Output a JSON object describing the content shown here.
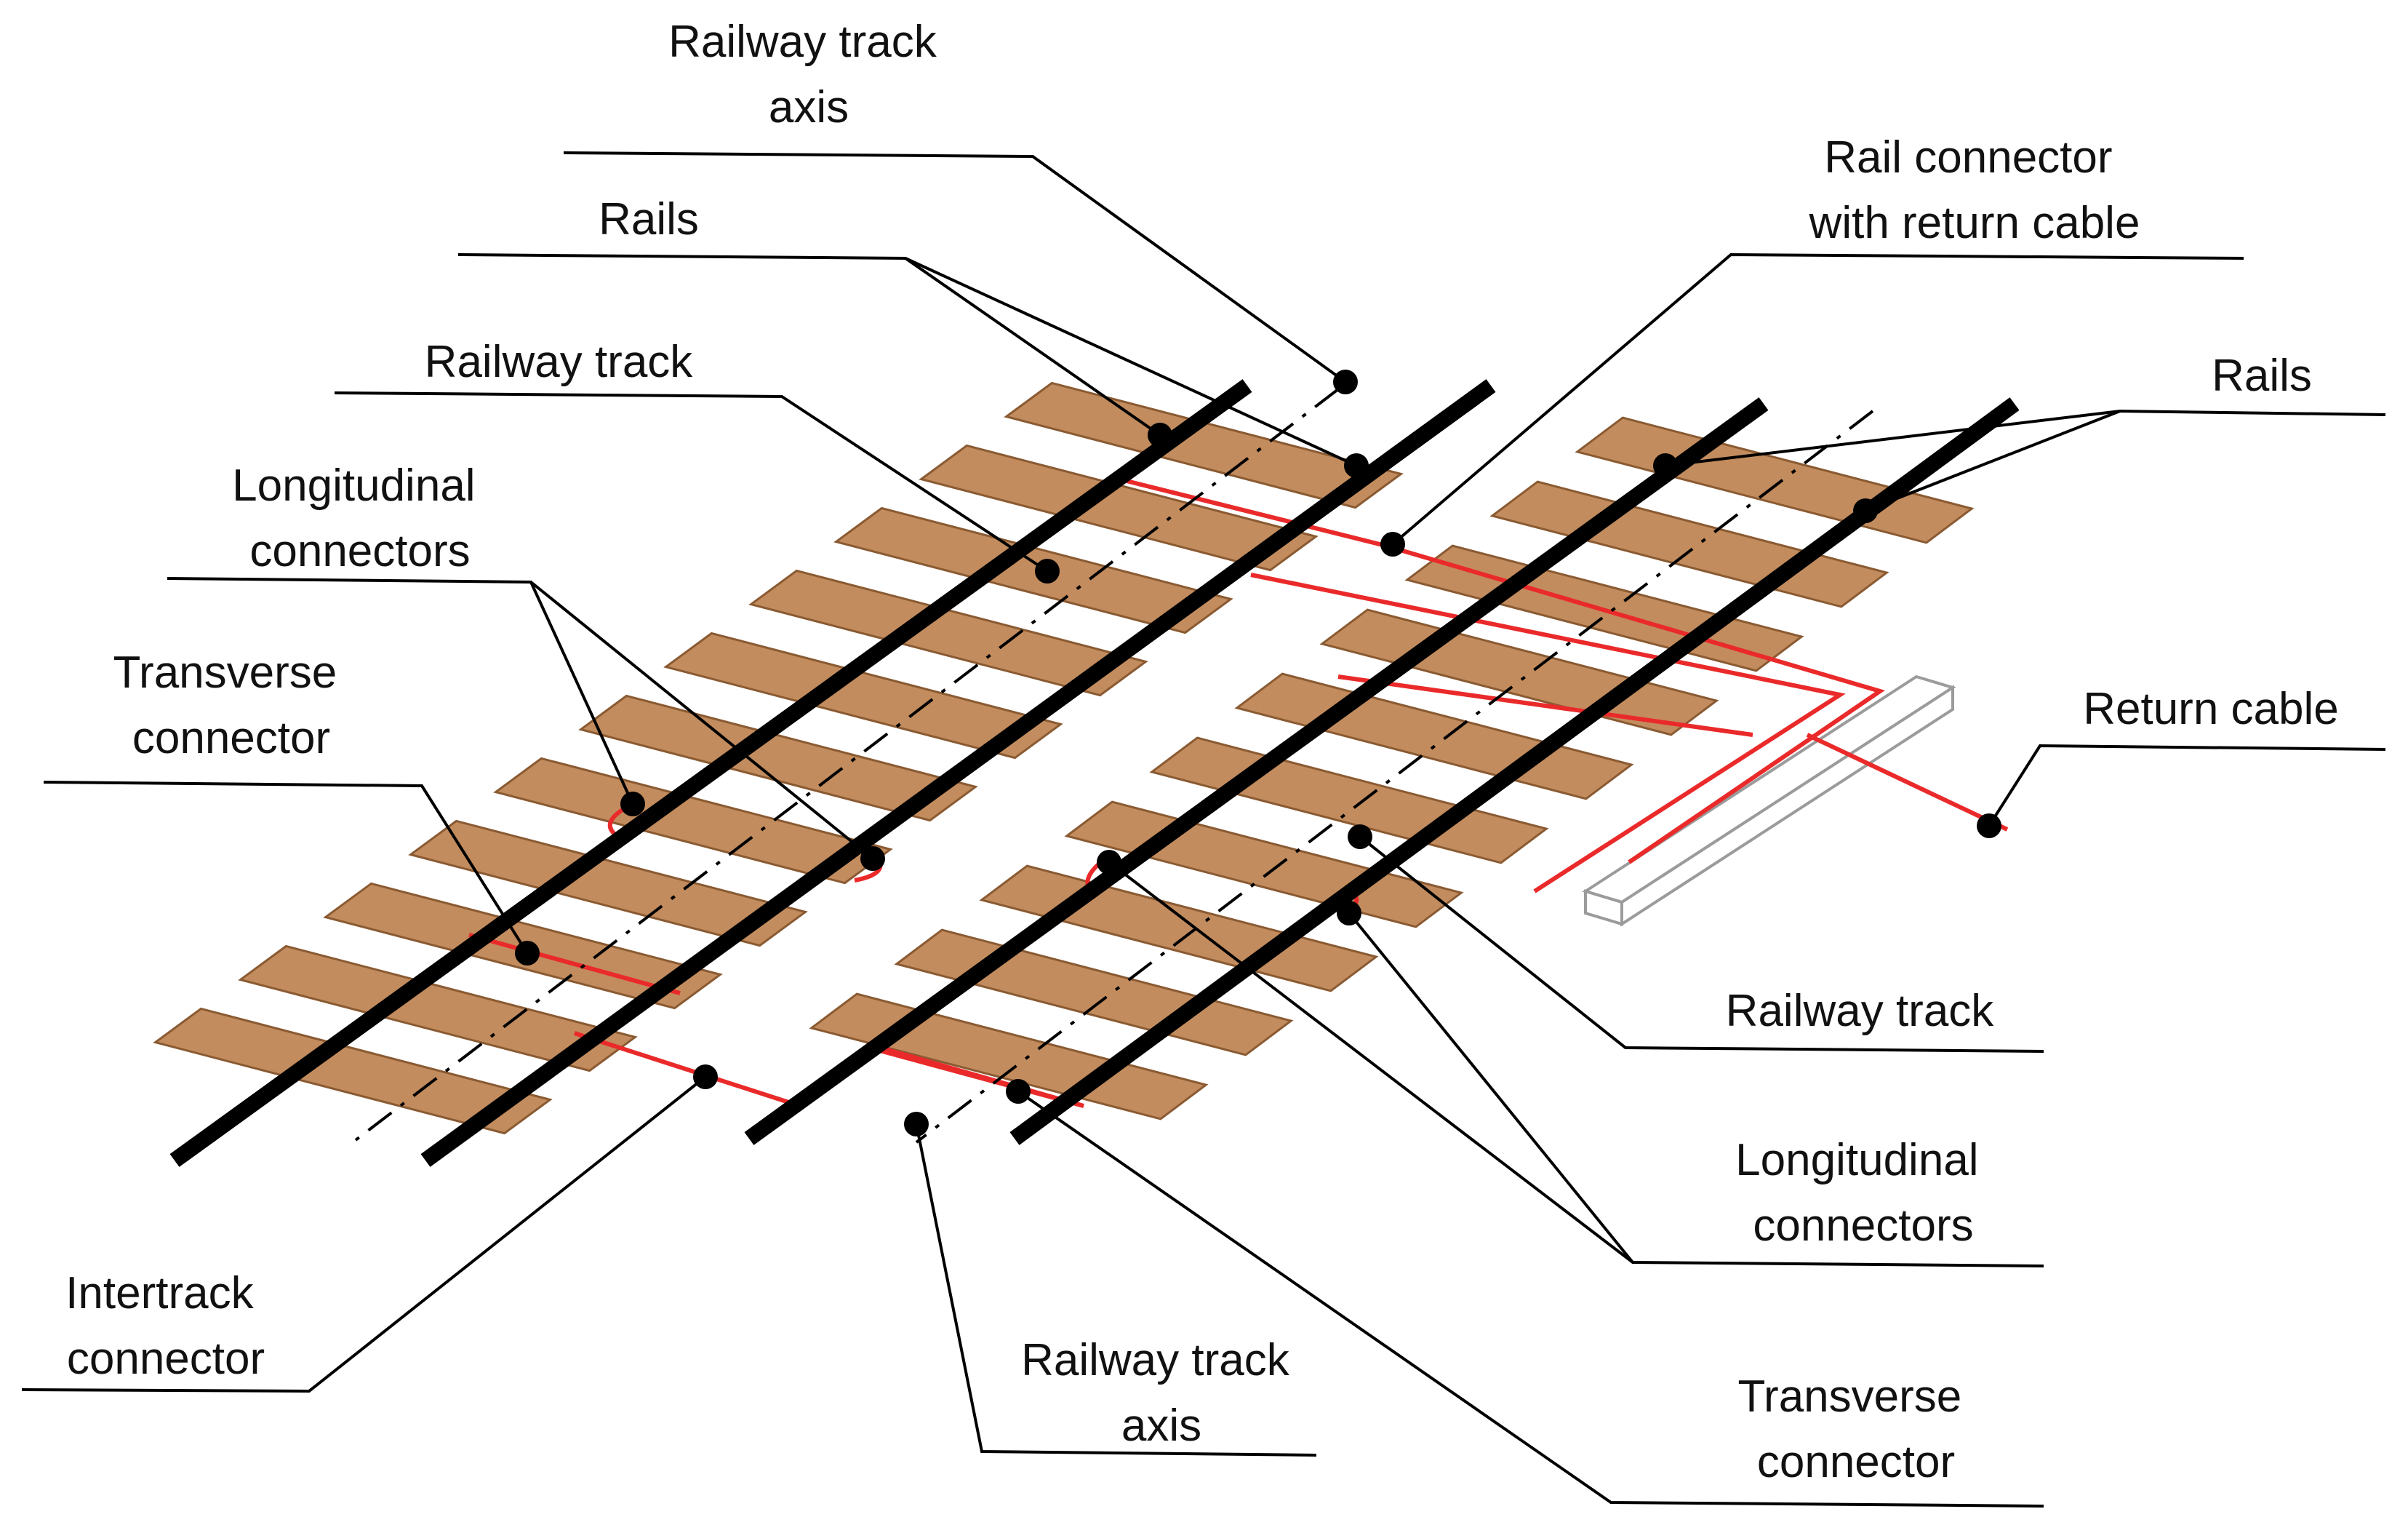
{
  "labels": {
    "axis_top": [
      "Railway track",
      "axis"
    ],
    "rails_top": [
      "Rails"
    ],
    "railway_track_top": [
      "Railway track"
    ],
    "longitudinal_left": [
      "Longitudinal",
      "connectors"
    ],
    "transverse_left": [
      "Transverse",
      "connector"
    ],
    "intertrack": [
      "Intertrack",
      "connector"
    ],
    "axis_bottom": [
      "Railway track",
      "axis"
    ],
    "rail_connector": [
      "Rail connector",
      "with return cable"
    ],
    "rails_right": [
      "Rails"
    ],
    "return_cable": [
      "Return cable"
    ],
    "railway_track_right": [
      "Railway track"
    ],
    "longitudinal_right": [
      "Longitudinal",
      "connectors"
    ],
    "transverse_right": [
      "Transverse",
      "connector"
    ]
  },
  "colors": {
    "sleeper": "#c28c5e",
    "sleeper_edge": "#8a5a32",
    "rail": "#000000",
    "cable": "#ea2a2a",
    "leader": "#000000"
  }
}
